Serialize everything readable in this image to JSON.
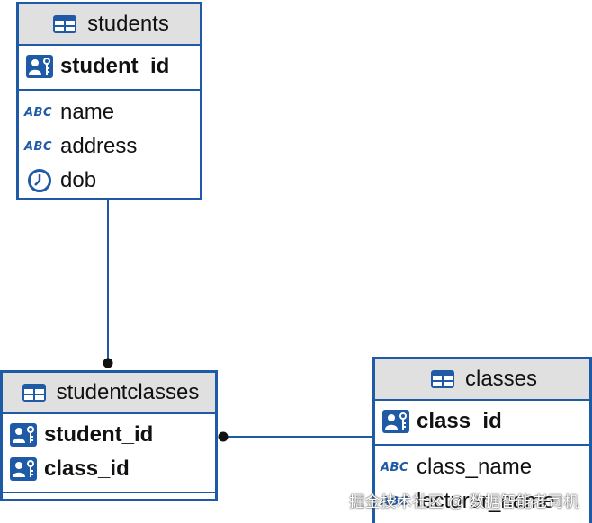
{
  "colors": {
    "accent": "#1f5aa6",
    "header_bg": "#e0e0e0",
    "line": "#1f5aa6"
  },
  "entities": {
    "students": {
      "name": "students",
      "pk": [
        {
          "label": "student_id",
          "icon": "key-column-icon"
        }
      ],
      "columns": [
        {
          "label": "name",
          "icon": "text-type-icon",
          "type_glyph": "ABC"
        },
        {
          "label": "address",
          "icon": "text-type-icon",
          "type_glyph": "ABC"
        },
        {
          "label": "dob",
          "icon": "clock-icon"
        }
      ]
    },
    "studentclasses": {
      "name": "studentclasses",
      "pk": [
        {
          "label": "student_id",
          "icon": "key-column-icon"
        },
        {
          "label": "class_id",
          "icon": "key-column-icon"
        }
      ],
      "columns": []
    },
    "classes": {
      "name": "classes",
      "pk": [
        {
          "label": "class_id",
          "icon": "key-column-icon"
        }
      ],
      "columns": [
        {
          "label": "class_name",
          "icon": "text-type-icon",
          "type_glyph": "ABC"
        },
        {
          "label": "lecturer_name",
          "icon": "text-type-icon",
          "type_glyph": "ABC"
        }
      ]
    }
  },
  "watermark": "掘金技术社区 @ 数据智能老司机"
}
